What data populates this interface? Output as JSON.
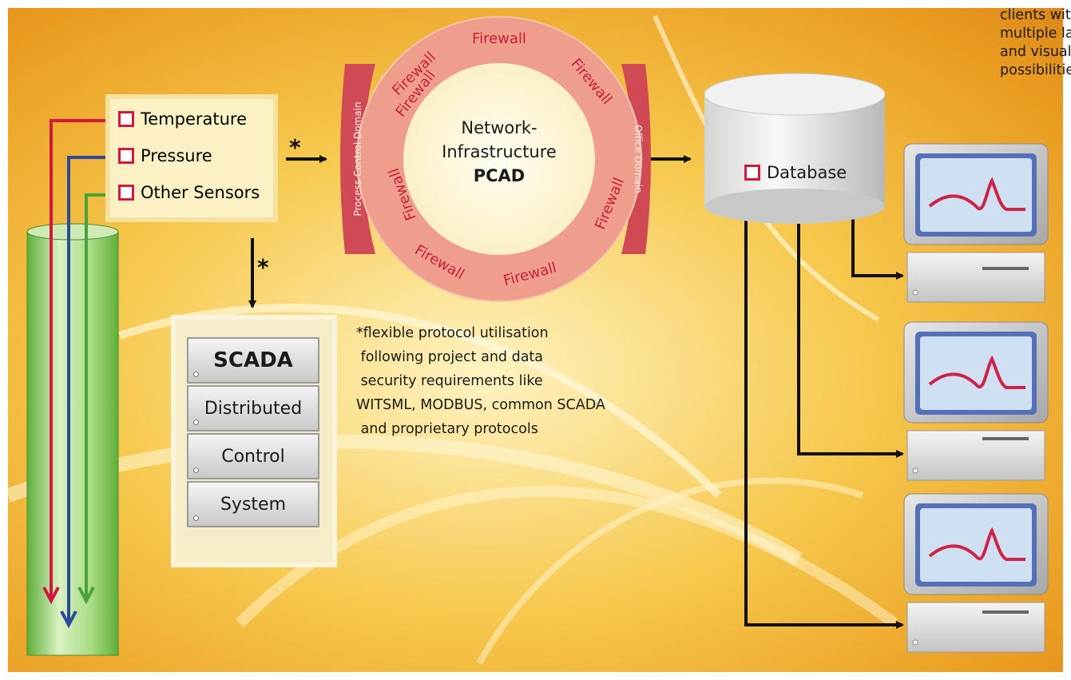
{
  "sensors": {
    "items": [
      {
        "label": "Temperature",
        "color": "#d4173c"
      },
      {
        "label": "Pressure",
        "color": "#2b4a9a"
      },
      {
        "label": "Other Sensors",
        "color": "#4aa33a"
      }
    ]
  },
  "firewall_ring": {
    "center_line1": "Network-",
    "center_line2": "Infrastructure",
    "center_line3": "PCAD",
    "firewall_label": "Firewall",
    "left_domain": "Process Control Domain",
    "right_domain": "Office Domain",
    "ring_color": "#e9a08a",
    "domain_color": "#cf4a55",
    "text_color": "#c8203c"
  },
  "asterisk": "*",
  "scada": {
    "items": [
      "SCADA",
      "Distributed",
      "Control",
      "System"
    ]
  },
  "note": {
    "lines": [
      "*flexible protocol utilisation",
      " following project and data",
      " security requirements like",
      "WITSML, MODBUS, common SCADA",
      " and proprietary protocols"
    ]
  },
  "database": {
    "label": "Database"
  },
  "clients": {
    "lines": [
      "clients with",
      "multiple language",
      "and visualisation",
      "possibilities"
    ]
  },
  "colors": {
    "accent_red": "#d4173c",
    "pipe_green": "#9fd47a"
  }
}
